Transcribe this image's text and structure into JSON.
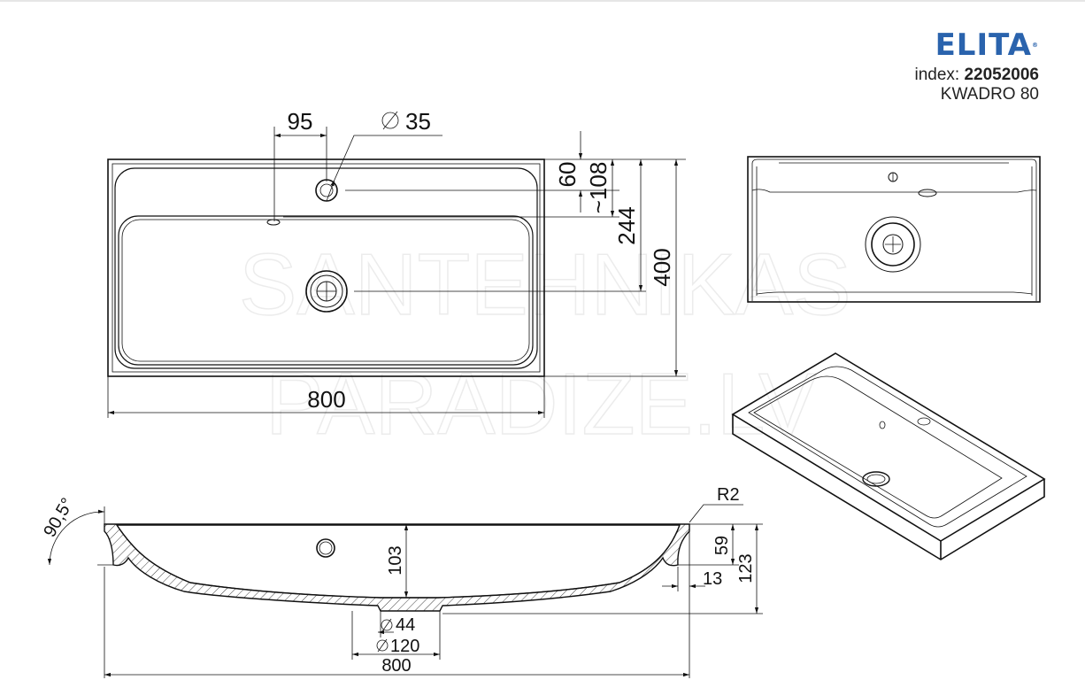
{
  "brand": {
    "logo": "ELITA",
    "registered": "®",
    "index_label": "index:",
    "index_value": "22052006",
    "model": "KWADRO 80",
    "color": "#2a63ad"
  },
  "watermark": {
    "line1": "SANTEHNIKAS",
    "line2": "PARADIZE.LV"
  },
  "top_view": {
    "tap_offset": "95",
    "tap_hole": "35",
    "dim_60": "60",
    "dim_108": "~108",
    "dim_244": "244",
    "height": "400",
    "width": "800"
  },
  "section_view": {
    "angle": "90,5°",
    "radius": "R2",
    "depth": "103",
    "dim_59": "59",
    "dim_13": "13",
    "height": "123",
    "drain_inner": "44",
    "drain_outer": "120",
    "width": "800"
  }
}
